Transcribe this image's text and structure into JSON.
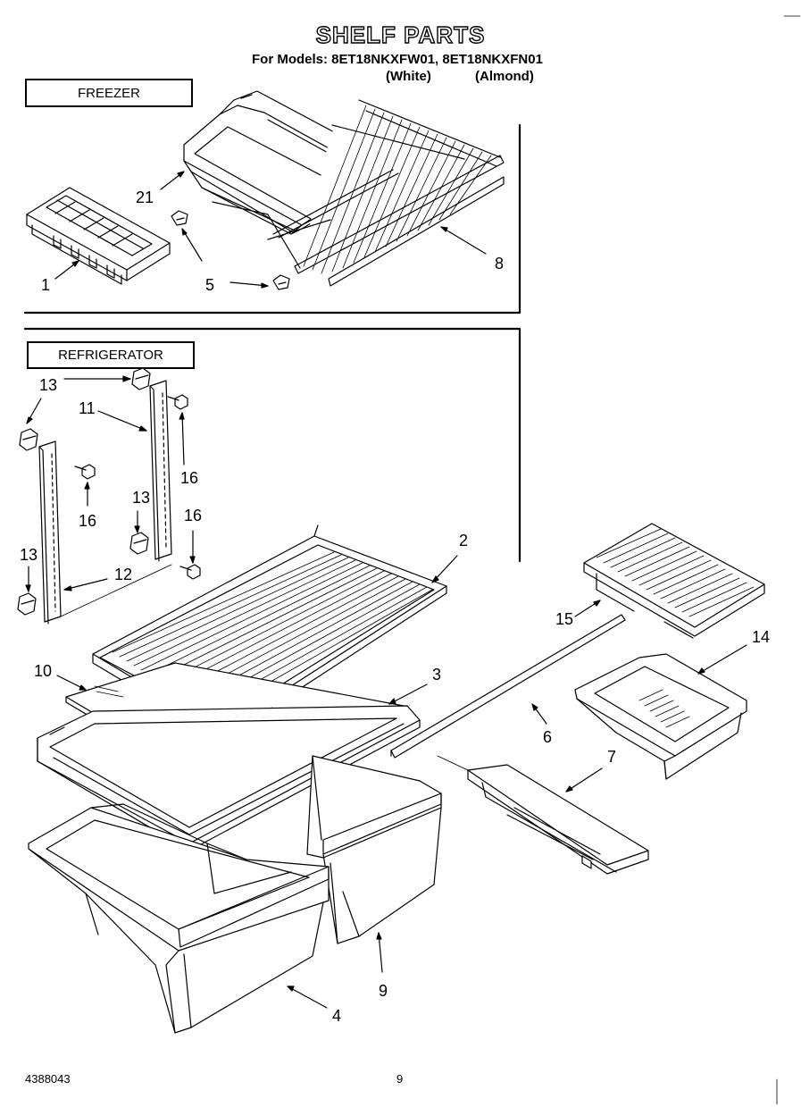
{
  "title": "SHELF PARTS",
  "models_line": "For Models: 8ET18NKXFW01, 8ET18NKXFN01",
  "color_white": "(White)",
  "color_almond": "(Almond)",
  "sections": {
    "freezer": "FREEZER",
    "refrigerator": "REFRIGERATOR"
  },
  "callouts": {
    "c21": "21",
    "c1": "1",
    "c5": "5",
    "c8": "8",
    "c13a": "13",
    "c11": "11",
    "c16a": "16",
    "c16b": "16",
    "c13b": "13",
    "c16c": "16",
    "c13c": "13",
    "c12": "12",
    "c2": "2",
    "c15": "15",
    "c14": "14",
    "c10": "10",
    "c3": "3",
    "c6": "6",
    "c7": "7",
    "c9": "9",
    "c4": "4"
  },
  "footer": {
    "doc_number": "4388043",
    "page_number": "9"
  }
}
